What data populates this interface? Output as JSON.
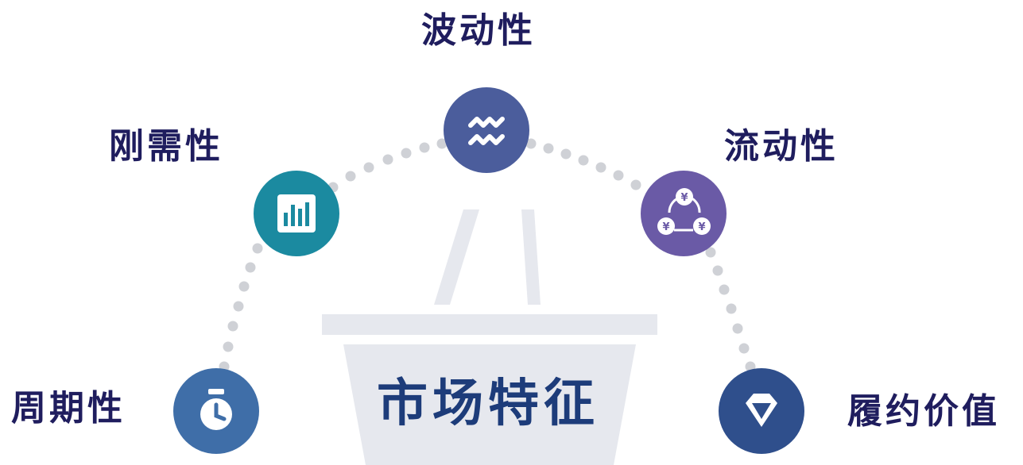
{
  "center": {
    "title": "市场特征"
  },
  "features": [
    {
      "id": "zhouqi",
      "label": "周期性",
      "icon": "stopwatch-icon",
      "color": "#3f6ea8"
    },
    {
      "id": "gangxu",
      "label": "刚需性",
      "icon": "bar-chart-icon",
      "color": "#1b8aa0"
    },
    {
      "id": "bodong",
      "label": "波动性",
      "icon": "wave-icon",
      "color": "#4b5d9c"
    },
    {
      "id": "liudong",
      "label": "流动性",
      "icon": "currency-cycle-icon",
      "color": "#6a5aa6"
    },
    {
      "id": "lvyue",
      "label": "履约价值",
      "icon": "diamond-icon",
      "color": "#2f4f8c"
    }
  ],
  "colors": {
    "dots": "#cfd1d6",
    "podium": "#e6e8ee",
    "text": "#1f1d5e"
  }
}
